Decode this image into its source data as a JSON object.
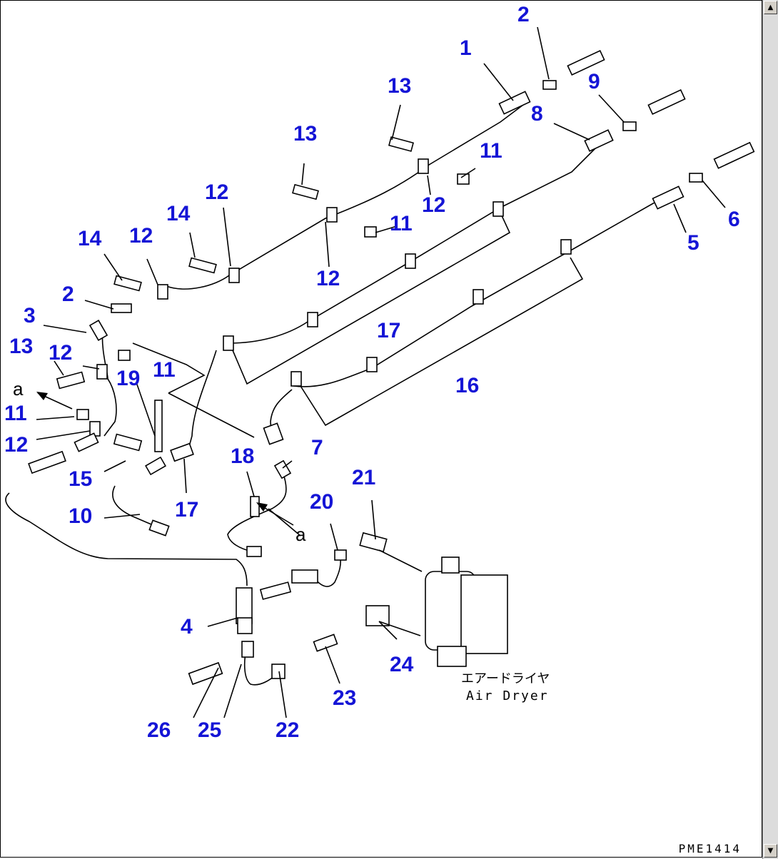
{
  "callouts": [
    "1",
    "2",
    "2",
    "3",
    "4",
    "5",
    "6",
    "7",
    "8",
    "9",
    "10",
    "11",
    "11",
    "11",
    "11",
    "12",
    "12",
    "12",
    "12",
    "12",
    "12",
    "12",
    "13",
    "13",
    "13",
    "14",
    "14",
    "15",
    "16",
    "17",
    "17",
    "18",
    "19",
    "20",
    "21",
    "22",
    "23",
    "24",
    "25",
    "26"
  ],
  "ref_marks": [
    "a",
    "a"
  ],
  "component_label_jp": "エアードライヤ",
  "component_label_en": "Air Dryer",
  "drawing_code": "PME1414",
  "scrollbar": {
    "up_icon": "▲",
    "down_icon": "▼"
  }
}
